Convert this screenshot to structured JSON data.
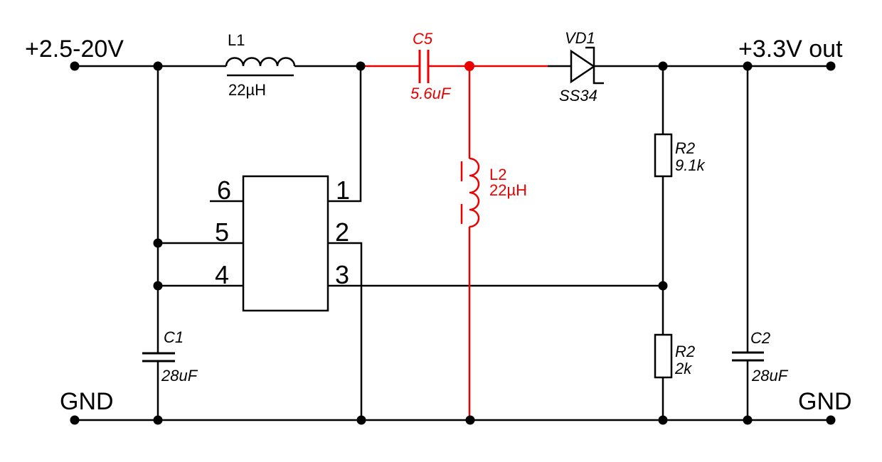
{
  "colors": {
    "wire": "#000000",
    "highlight_red": "#EB0000",
    "background": "#FFFFFF"
  },
  "power": {
    "input_label": "+2.5-20V",
    "output_label": "+3.3V out",
    "ground_left": "GND",
    "ground_right": "GND"
  },
  "components": {
    "l1": {
      "ref": "L1",
      "value": "22µH"
    },
    "c5": {
      "ref": "C5",
      "value": "5.6uF"
    },
    "vd1": {
      "ref": "VD1",
      "value": "SS34"
    },
    "l2": {
      "ref": "L2",
      "value": "22µH"
    },
    "r_upper": {
      "ref": "R2",
      "value": "9.1k"
    },
    "r_lower": {
      "ref": "R2",
      "value": "2k"
    },
    "c1": {
      "ref": "C1",
      "value": "28uF"
    },
    "c2": {
      "ref": "C2",
      "value": "28uF"
    }
  },
  "ic": {
    "pins": {
      "p1": "1",
      "p2": "2",
      "p3": "3",
      "p4": "4",
      "p5": "5",
      "p6": "6"
    }
  }
}
